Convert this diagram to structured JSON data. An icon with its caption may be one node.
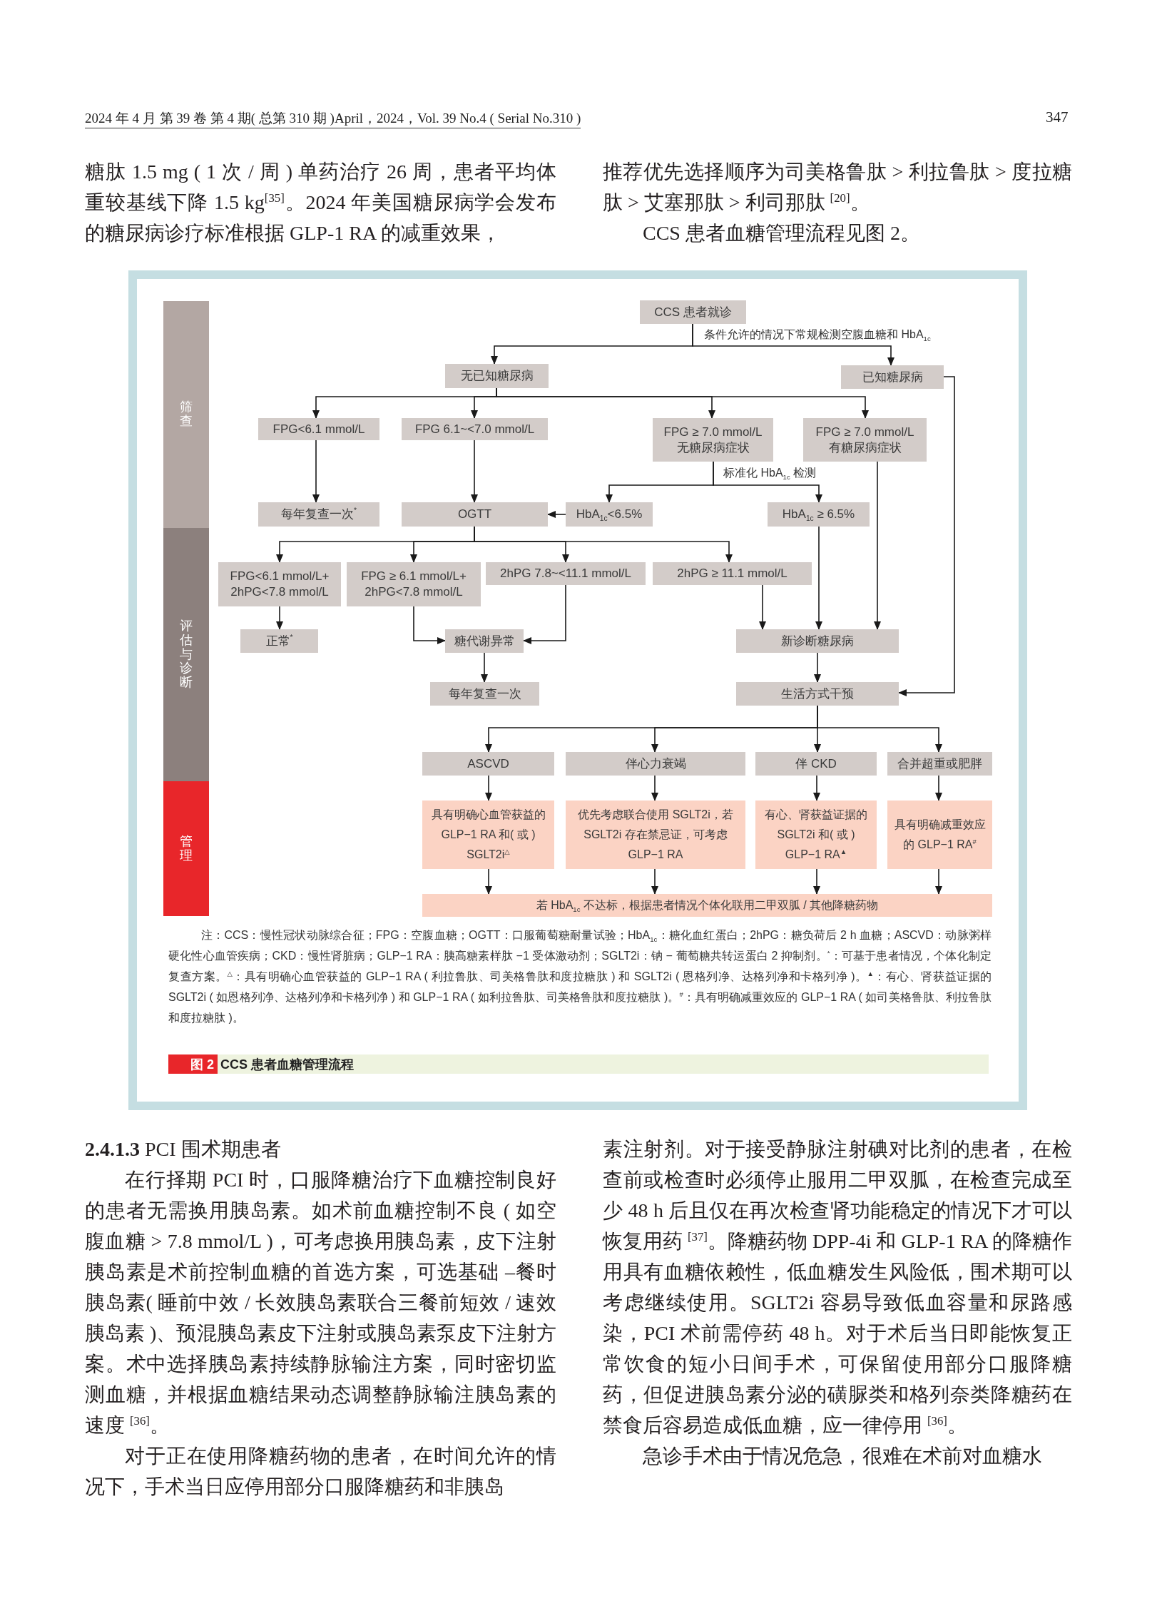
{
  "diagram": {
    "caption": "CCS 患者血糖管理流程",
    "nodes": [
      {
        "text": [
          "筛查"
        ]
      },
      {
        "text": [
          "评估与诊断"
        ]
      },
      {
        "text": [
          "管理"
        ]
      },
      {
        "text": [
          "CCS 患者就诊"
        ]
      },
      {
        "text": [
          "无已知糖尿病"
        ]
      },
      {
        "text": [
          "已知糖尿病"
        ]
      },
      {
        "text": [
          "FPG<6.1 mmol/L"
        ]
      },
      {
        "text": [
          "FPG 6.1~<7.0 mmol/L"
        ]
      },
      {
        "text": [
          "FPG ≥ 7.0 mmol/L",
          "无糖尿病症状"
        ]
      },
      {
        "text": [
          "FPG ≥ 7.0 mmol/L",
          "有糖尿病症状"
        ]
      },
      {
        "text": [
          "每年复查一次$^{*}$"
        ]
      },
      {
        "text": [
          "OGTT"
        ]
      },
      {
        "text": [
          "HbA$_{1c}$<6.5%"
        ]
      },
      {
        "text": [
          "HbA$_{1c}$ ≥ 6.5%"
        ]
      },
      {
        "text": [
          "FPG<6.1 mmol/L+ 2hPG<7.8 mmol/L"
        ]
      },
      {
        "text": [
          "FPG ≥ 6.1 mmol/L+ 2hPG<7.8 mmol/L"
        ]
      },
      {
        "text": [
          "2hPG 7.8~<11.1 mmol/L"
        ]
      },
      {
        "text": [
          "2hPG ≥ 11.1 mmol/L"
        ]
      },
      {
        "text": [
          "正常$^{*}$"
        ]
      },
      {
        "text": [
          "糖代谢异常"
        ]
      },
      {
        "text": [
          "新诊断糖尿病"
        ]
      },
      {
        "text": [
          "每年复查一次"
        ]
      },
      {
        "text": [
          "生活方式干预"
        ]
      },
      {
        "text": [
          "ASCVD"
        ]
      },
      {
        "text": [
          "伴心力衰竭"
        ]
      },
      {
        "text": [
          "伴 CKD"
        ]
      },
      {
        "text": [
          "合并超重或肥胖"
        ]
      },
      {
        "text": [
          "具有明确心血管获益的 GLP−1 RA 和( 或 ) SGLT2i$^{△}$"
        ]
      },
      {
        "text": [
          "优先考虑联合使用 SGLT2i，若 SGLT2i 存在禁忌证，可考虑 GLP−1 RA"
        ]
      },
      {
        "text": [
          "有心、肾获益证据的 SGLT2i 和( 或 ) GLP−1 RA$^{▲}$"
        ]
      },
      {
        "text": [
          "具有明确减重效应的 GLP−1 RA$^{#}$"
        ]
      },
      {
        "text": [
          "若 HbA$_{1c}$ 不达标，根据患者情况个体化联用二甲双胍 / 其他降糖药物"
        ]
      }
    ],
    "edges": [
      {
        "from": 3,
        "to": 4,
        "arrow": "to"
      },
      {
        "from": 3,
        "to": 5,
        "arrow": "to",
        "label": "条件允许的情况下常规检测空腹血糖和 HbA$_{1c}$"
      },
      {
        "from": 4,
        "to": 6,
        "arrow": "to"
      },
      {
        "from": 4,
        "to": 7,
        "arrow": "to"
      },
      {
        "from": 4,
        "to": 8,
        "arrow": "to"
      },
      {
        "from": 4,
        "to": 9,
        "arrow": "to"
      },
      {
        "from": 6,
        "to": 10,
        "arrow": "to"
      },
      {
        "from": 7,
        "to": 11,
        "arrow": "to"
      },
      {
        "from": 8,
        "to": 12,
        "arrow": "to"
      },
      {
        "from": 8,
        "to": 13,
        "arrow": "to",
        "label": "标准化 HbA$_{1c}$ 检测"
      },
      {
        "from": 12,
        "to": 11,
        "arrow": "to"
      },
      {
        "from": 11,
        "to": 14,
        "arrow": "to"
      },
      {
        "from": 11,
        "to": 15,
        "arrow": "to"
      },
      {
        "from": 11,
        "to": 16,
        "arrow": "to"
      },
      {
        "from": 11,
        "to": 17,
        "arrow": "to"
      },
      {
        "from": 14,
        "to": 18,
        "arrow": "to"
      },
      {
        "from": 15,
        "to": 19,
        "arrow": "to"
      },
      {
        "from": 16,
        "to": 19,
        "arrow": "to"
      },
      {
        "from": 17,
        "to": 20,
        "arrow": "to"
      },
      {
        "from": 13,
        "to": 20,
        "arrow": "to"
      },
      {
        "from": 9,
        "to": 20,
        "arrow": "to"
      },
      {
        "from": 20,
        "to": 22,
        "arrow": "to"
      },
      {
        "from": 19,
        "to": 21,
        "arrow": "to"
      },
      {
        "from": 5,
        "to": 22,
        "arrow": "to"
      },
      {
        "from": 22,
        "to": 23,
        "arrow": "to"
      },
      {
        "from": 22,
        "to": 24,
        "arrow": "to"
      },
      {
        "from": 22,
        "to": 25,
        "arrow": "to"
      },
      {
        "from": 22,
        "to": 26,
        "arrow": "to"
      },
      {
        "from": 23,
        "to": 27,
        "arrow": "to"
      },
      {
        "from": 24,
        "to": 28,
        "arrow": "to"
      },
      {
        "from": 25,
        "to": 29,
        "arrow": "to"
      },
      {
        "from": 26,
        "to": 30,
        "arrow": "to"
      },
      {
        "from": 27,
        "to": 31,
        "arrow": "to"
      },
      {
        "from": 28,
        "to": 31,
        "arrow": "to"
      },
      {
        "from": 29,
        "to": 31,
        "arrow": "to"
      },
      {
        "from": 30,
        "to": 31,
        "arrow": "to"
      }
    ],
    "labels": [
      "2024 年 4 月 第 39 卷 第 4 期( 总第 310 期 )April，2024，Vol. 39 No.4 ( Serial No.310 )",
      "347",
      "糖肽 1.5 mg ( 1 次 / 周 ) 单药治疗 26 周，患者平均体重较基线下降 1.5 kg$^{[35]}$。2024 年美国糖尿病学会发布的糖尿病诊疗标准根据 GLP-1 RA 的减重效果，",
      "推荐优先选择顺序为司美格鲁肽 > 利拉鲁肽 > 度拉糖肽 > 艾塞那肽 > 利司那肽 $^{[20]}$。",
      "CCS 患者血糖管理流程见图 2。",
      "注：CCS：慢性冠状动脉综合征；FPG：空腹血糖；OGTT：口服葡萄糖耐量试验；HbA$_{1c}$：糖化血红蛋白；2hPG：糖负荷后 2 h 血糖；ASCVD：动脉粥样硬化性心血管疾病；CKD：慢性肾脏病；GLP−1 RA：胰高糖素样肽 −1 受体激动剂；SGLT2i：钠 − 葡萄糖共转运蛋白 2 抑制剂。$^{*}$：可基于患者情况，个体化制定复查方案。$^{△}$：具有明确心血管获益的 GLP−1 RA ( 利拉鲁肽、司美格鲁肽和度拉糖肽 ) 和 SGLT2i ( 恩格列净、达格列净和卡格列净 )。$^{▲}$：有心、肾获益证据的 SGLT2i ( 如恩格列净、达格列净和卡格列净 ) 和 GLP−1 RA ( 如利拉鲁肽、司美格鲁肽和度拉糖肽 )。$^{#}$：具有明确减重效应的 GLP−1 RA ( 如司美格鲁肽、利拉鲁肽和度拉糖肽 )。",
      "图 2",
      "**2.4.1.3** PCI 围术期患者",
      "在行择期 PCI 时，口服降糖治疗下血糖控制良好的患者无需换用胰岛素。如术前血糖控制不良 ( 如空腹血糖 > 7.8 mmol/L )，可考虑换用胰岛素，皮下注射胰岛素是术前控制血糖的首选方案，可选基础 –餐时胰岛素( 睡前中效 / 长效胰岛素联合三餐前短效 / 速效胰岛素 )、预混胰岛素皮下注射或胰岛素泵皮下注射方案。术中选择胰岛素持续静脉输注方案，同时密切监测血糖，并根据血糖结果动态调整静脉输注胰岛素的速度 $^{[36]}$。",
      "对于正在使用降糖药物的患者，在时间允许的情况下，手术当日应停用部分口服降糖药和非胰岛",
      "素注射剂。对于接受静脉注射碘对比剂的患者，在检查前或检查时必须停止服用二甲双胍，在检查完成至少 48 h 后且仅在再次检查肾功能稳定的情况下才可以恢复用药 $^{[37]}$。降糖药物 DPP-4i 和 GLP-1 RA 的降糖作用具有血糖依赖性，低血糖发生风险低，围术期可以考虑继续使用。SGLT2i 容易导致低血容量和尿路感染，PCI 术前需停药 48 h。对于术后当日即能恢复正常饮食的短小日间手术，可保留使用部分口服降糖药，但促进胰岛素分泌的磺脲类和格列奈类降糖药在禁食后容易造成低血糖，应一律停用 $^{[36]}$。",
      "急诊手术由于情况危急，很难在术前对血糖水"
    ]
  }
}
